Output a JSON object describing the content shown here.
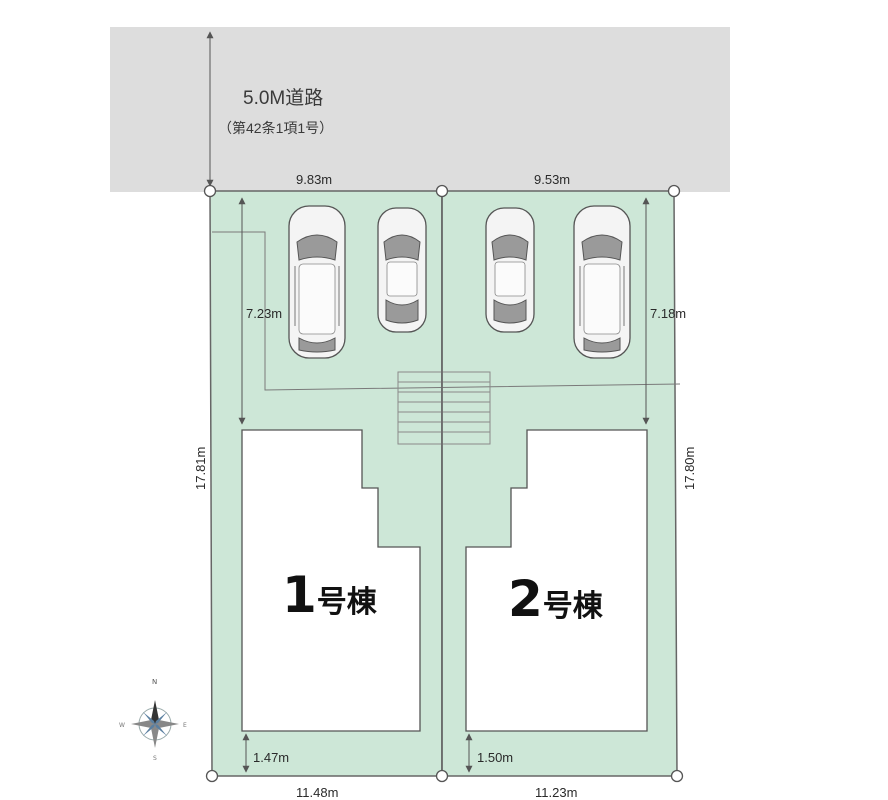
{
  "road": {
    "name": "5.0M道路",
    "note": "（第42条1項1号）"
  },
  "lots": [
    {
      "building_number": "1",
      "building_suffix": "号棟",
      "frontage": "9.83m",
      "depth_to_building": "7.23m",
      "side_depth": "17.81m",
      "rear_setback": "1.47m",
      "rear_width": "11.48m"
    },
    {
      "building_number": "2",
      "building_suffix": "号棟",
      "frontage": "9.53m",
      "depth_to_building": "7.18m",
      "side_depth": "17.80m",
      "rear_setback": "1.50m",
      "rear_width": "11.23m"
    }
  ],
  "compass": {
    "north": "N",
    "east": "E",
    "south": "S",
    "west": "W"
  },
  "colors": {
    "road": "#dddddd",
    "lot": "#cde7d7",
    "boundary": "#666666",
    "building": "#ffffff"
  }
}
